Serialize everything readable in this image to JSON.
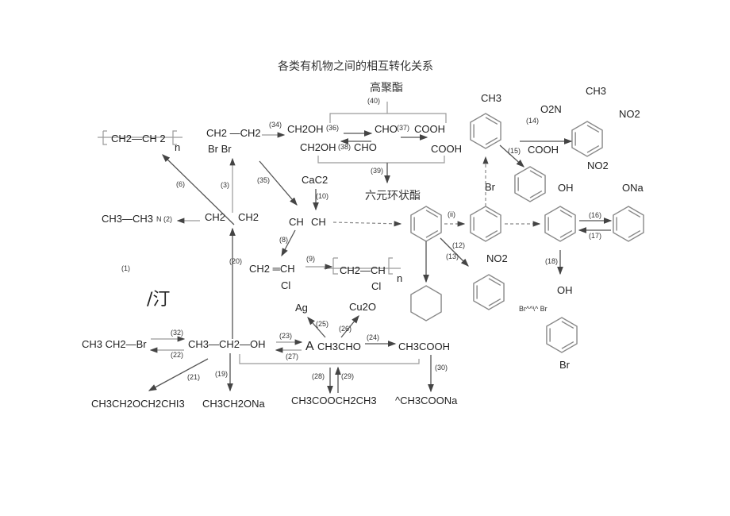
{
  "title": "各类有机物之间的相互转化关系",
  "labels": {
    "polyester": "高聚酯",
    "cyclic_ester": "六元环状酯",
    "polyethylene": "CH2—CH 2",
    "n": "n",
    "dibromoethane_top": "CH2 —CH2",
    "dibromoethane_bottom": "Br Br",
    "glycol_top": "CH2OH",
    "glycol_bottom": "CH2OH",
    "glyoxal_top": "CHO",
    "glyoxal_bottom": "CHO",
    "oxalic_top": "COOH",
    "oxalic_bottom": "COOH",
    "cac2": "CaC2",
    "ethane": "CH3—CH3",
    "n2": "N",
    "ethylene_left": "CH2",
    "ethylene_right": "CH2",
    "acetylene_left": "CH",
    "acetylene_right": "CH",
    "vinyl_chloride": "CH2 ═CH",
    "vinyl_cl": "Cl",
    "pvc": "CH2—CH",
    "pvc_cl": "Cl",
    "pvc_n": "n",
    "artifact": "/汀",
    "ag": "Ag",
    "cu2o": "Cu2O",
    "bromoethane": "CH3 CH2—Br",
    "ethanol": "CH3—CH2—OH",
    "a": "A",
    "acetaldehyde": "CH3CHO",
    "acetic_acid": "CH3COOH",
    "ether": "CH3CH2OCH2CHI3",
    "ethoxide": "CH3CH2ONa",
    "ethyl_acetate": "CH3COOCH2CH3",
    "sodium_acetate": "^CH3COONa",
    "toluene_ch3": "CH3",
    "tnt_ch3": "CH3",
    "tnt_o2n": "O2N",
    "tnt_no2_right": "NO2",
    "tnt_no2_bottom": "NO2",
    "benzoic_cooh": "COOH",
    "bromobenzene_br": "Br",
    "nitrobenzene_no2": "NO2",
    "phenol_oh": "OH",
    "phenolate_ona": "ONa",
    "tribromophenol_oh": "OH",
    "tribromophenol_br": "Br^^\\^ Br",
    "tribromophenol_br_bottom": "Br"
  },
  "steps": {
    "s1": "(1)",
    "s2": "(2)",
    "s3": "(3)",
    "s6": "(6)",
    "s8": "(8)",
    "s9": "(9)",
    "s10": "(10)",
    "s11": "(ii)",
    "s12": "(12)",
    "s13": "(13)",
    "s14": "(14)",
    "s15": "(15)",
    "s16": "(16)",
    "s17": "(17)",
    "s18": "(18)",
    "s19": "(19)",
    "s20": "(20)",
    "s21": "(21)",
    "s22": "(22)",
    "s23": "(23)",
    "s24": "(24)",
    "s25": "(25)",
    "s26": "(26)",
    "s27": "(27)",
    "s28": "(28)",
    "s29": "(29)",
    "s30": "(30)",
    "s32": "(32)",
    "s34": "(34)",
    "s35": "(35)",
    "s36": "(36)",
    "s37": "(37)",
    "s38": "(38)",
    "s39": "(39)",
    "s40": "(40)"
  }
}
